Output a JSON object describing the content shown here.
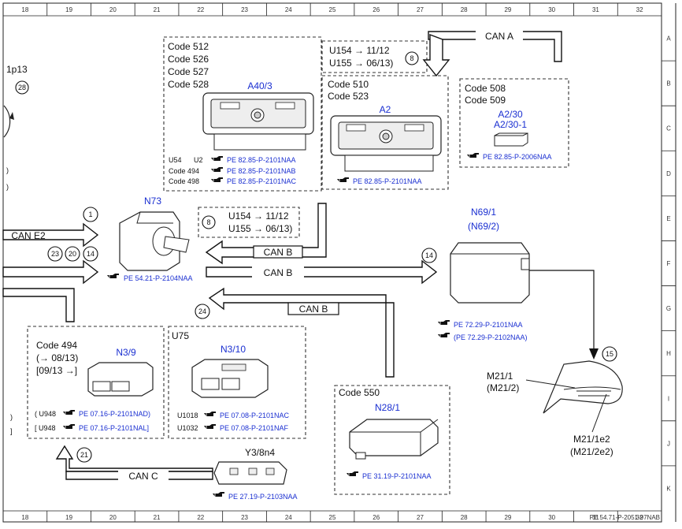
{
  "grid": {
    "columns": [
      "18",
      "19",
      "20",
      "21",
      "22",
      "23",
      "24",
      "25",
      "26",
      "27",
      "28",
      "29",
      "30",
      "31",
      "32"
    ],
    "rows": [
      "A",
      "B",
      "C",
      "D",
      "E",
      "F",
      "G",
      "H",
      "I",
      "J",
      "K"
    ]
  },
  "footer": {
    "code": "PE 54.71-P-2051-97NAB"
  },
  "left_fragment": {
    "label": "1p13",
    "circle": "28",
    "text1": ")",
    "text2": "]"
  },
  "boxes": {
    "audio1": {
      "codes": [
        "Code 512",
        "Code 526",
        "Code 527",
        "Code 528"
      ],
      "name": "A40/3",
      "variants": [
        {
          "tag": "U54",
          "tag2": "U2",
          "ref": "PE 82.85-P-2101NAA"
        },
        {
          "tag": "Code 494",
          "tag2": "",
          "ref": "PE 82.85-P-2101NAB"
        },
        {
          "tag": "Code 498",
          "tag2": "",
          "ref": "PE 82.85-P-2101NAC"
        }
      ]
    },
    "u154_top": {
      "line1": "U154 → 11/12",
      "line2": "U155 → 06/13)",
      "circle": "8"
    },
    "audio2": {
      "codes": [
        "Code 510",
        "Code 523"
      ],
      "name": "A2",
      "ref": "PE 82.85-P-2101NAA"
    },
    "audio3": {
      "codes": [
        "Code 508",
        "Code 509"
      ],
      "name1": "A2/30",
      "name2": "A2/30-1",
      "ref": "PE 82.85-P-2006NAA"
    },
    "u154_mid": {
      "line1": "U154 → 11/12",
      "line2": "U155 → 06/13)",
      "circle": "8"
    },
    "n3_9": {
      "codes": [
        "Code 494",
        "(→ 08/13)",
        "[09/13 →]"
      ],
      "name": "N3/9",
      "variants": [
        {
          "tag": "( U948",
          "ref": "PE 07.16-P-2101NAD)"
        },
        {
          "tag": "[ U948",
          "ref": "PE 07.16-P-2101NAL]"
        }
      ]
    },
    "n3_10": {
      "code": "U75",
      "name": "N3/10",
      "variants": [
        {
          "tag": "U1018",
          "ref": "PE 07.08-P-2101NAC"
        },
        {
          "tag": "U1032",
          "ref": "PE 07.08-P-2101NAF"
        }
      ]
    },
    "n28_1": {
      "code": "Code 550",
      "name": "N28/1",
      "ref": "PE 31.19-P-2101NAA"
    }
  },
  "components": {
    "n73": {
      "name": "N73",
      "ref": "PE 54.21-P-2104NAA"
    },
    "n69": {
      "name1": "N69/1",
      "name2": "(N69/2)",
      "ref1": "PE 72.29-P-2101NAA",
      "ref2": "(PE 72.29-P-2102NAA)"
    },
    "m21": {
      "name1": "M21/1",
      "name2": "(M21/2)",
      "sub1": "M21/1e2",
      "sub2": "(M21/2e2)"
    },
    "y3": {
      "name": "Y3/8n4",
      "ref": "PE 27.19-P-2103NAA"
    }
  },
  "buses": {
    "can_a": "CAN A",
    "can_e2": "CAN E2",
    "can_b1": "CAN B",
    "can_b2": "CAN B",
    "can_b3": "CAN B",
    "can_c": "CAN C"
  },
  "markers": {
    "m1": "1",
    "m23": "23",
    "m20": "20",
    "m14a": "14",
    "m14b": "14",
    "m24": "24",
    "m15": "15",
    "m21": "21"
  },
  "colors": {
    "blue_text": "#1a2fd1",
    "line": "#111111"
  }
}
